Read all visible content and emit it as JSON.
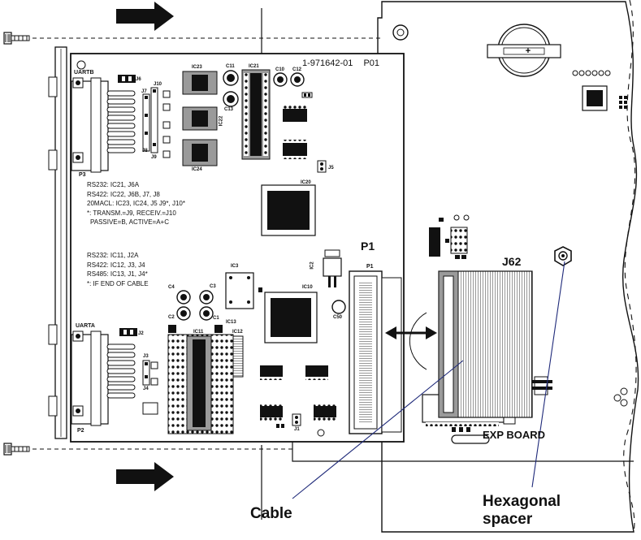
{
  "board": {
    "part_number": "1-971642-01",
    "revision": "P01",
    "ports": {
      "uart_b": "UARTB",
      "uart_a": "UARTA",
      "p3": "P3",
      "p2": "P2",
      "p1": "P1"
    },
    "notes_uartb": [
      "RS232: IC21, J6A",
      "RS422: IC22, J6B, J7, J8",
      "20MACL: IC23, IC24, J5 J9*, J10*",
      "*: TRANSM.=J9, RECEIV.=J10",
      "PASSIVE=B, ACTIVE=A+C"
    ],
    "notes_uarta": [
      "RS232: IC11, J2A",
      "RS422: IC12, J3, J4",
      "RS485: IC13, J1, J4*",
      "*: IF END OF CABLE"
    ],
    "ic_labels": [
      "IC23",
      "IC21",
      "IC22",
      "IC24",
      "IC20",
      "IC11",
      "IC13",
      "IC12",
      "IC10",
      "IC3",
      "IC2"
    ],
    "cap_labels": [
      "C11",
      "C10",
      "C12",
      "C13",
      "C4",
      "C3",
      "C2",
      "C1",
      "C50"
    ],
    "jumper_labels": [
      "J6",
      "J10",
      "J7",
      "J8",
      "J9",
      "J5",
      "J2",
      "J3",
      "J4",
      "J1"
    ]
  },
  "chassis": {
    "p1_label": "P1",
    "j62_label": "J62",
    "exp_board_label": "EXP BOARD"
  },
  "callouts": {
    "cable": "Cable",
    "hexagonal_spacer": "Hexagonal spacer"
  },
  "colors": {
    "line": "#111111",
    "callout_line": "#1f2a7a",
    "chip": "#111111",
    "chip_socket": "#9a9a9a",
    "board_fill": "#ffffff",
    "sub_board_fill": "#f4f4f4"
  }
}
